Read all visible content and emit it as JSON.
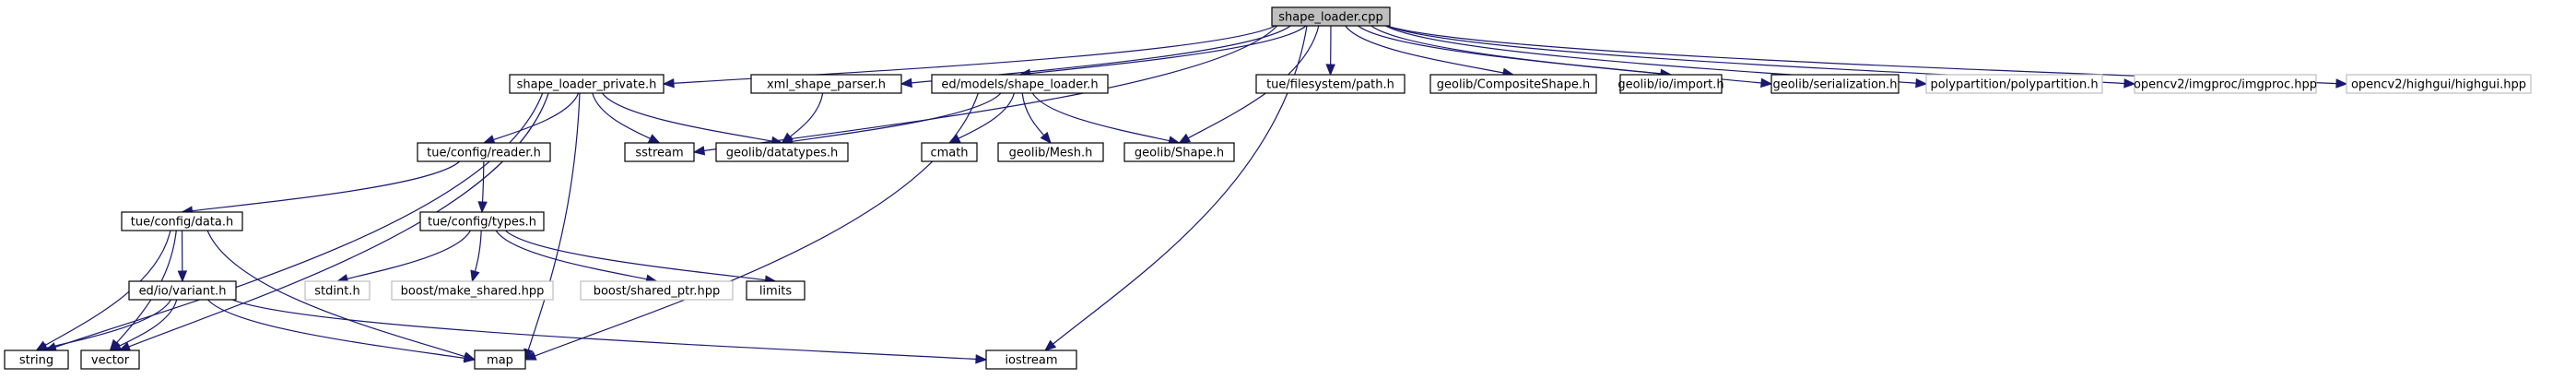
{
  "diagram": {
    "type": "include-dependency-graph",
    "colors": {
      "edge": "#191970",
      "root_fill": "#bfbfbf",
      "root_border": "#000000",
      "node_fill": "#ffffff",
      "node_border": "#000000",
      "external_border": "#bfbfbf"
    },
    "nodes": [
      {
        "id": "root",
        "label": "shape_loader.cpp",
        "kind": "root"
      },
      {
        "id": "slp",
        "label": "shape_loader_private.h",
        "kind": "documented"
      },
      {
        "id": "xsp",
        "label": "xml_shape_parser.h",
        "kind": "documented"
      },
      {
        "id": "edsl",
        "label": "ed/models/shape_loader.h",
        "kind": "documented"
      },
      {
        "id": "path",
        "label": "tue/filesystem/path.h",
        "kind": "documented"
      },
      {
        "id": "comp",
        "label": "geolib/CompositeShape.h",
        "kind": "documented"
      },
      {
        "id": "import",
        "label": "geolib/io/import.h",
        "kind": "documented"
      },
      {
        "id": "serial",
        "label": "geolib/serialization.h",
        "kind": "documented"
      },
      {
        "id": "poly",
        "label": "polypartition/polypartition.h",
        "kind": "external"
      },
      {
        "id": "imgproc",
        "label": "opencv2/imgproc/imgproc.hpp",
        "kind": "external"
      },
      {
        "id": "highgui",
        "label": "opencv2/highgui/highgui.hpp",
        "kind": "external"
      },
      {
        "id": "reader",
        "label": "tue/config/reader.h",
        "kind": "documented"
      },
      {
        "id": "sstream",
        "label": "sstream",
        "kind": "documented"
      },
      {
        "id": "datatypes",
        "label": "geolib/datatypes.h",
        "kind": "documented"
      },
      {
        "id": "cmath",
        "label": "cmath",
        "kind": "documented"
      },
      {
        "id": "mesh",
        "label": "geolib/Mesh.h",
        "kind": "documented"
      },
      {
        "id": "shape",
        "label": "geolib/Shape.h",
        "kind": "documented"
      },
      {
        "id": "data",
        "label": "tue/config/data.h",
        "kind": "documented"
      },
      {
        "id": "types",
        "label": "tue/config/types.h",
        "kind": "documented"
      },
      {
        "id": "variant",
        "label": "ed/io/variant.h",
        "kind": "documented"
      },
      {
        "id": "stdint",
        "label": "stdint.h",
        "kind": "external"
      },
      {
        "id": "mkshared",
        "label": "boost/make_shared.hpp",
        "kind": "external"
      },
      {
        "id": "shptr",
        "label": "boost/shared_ptr.hpp",
        "kind": "external"
      },
      {
        "id": "limits",
        "label": "limits",
        "kind": "documented"
      },
      {
        "id": "string",
        "label": "string",
        "kind": "documented"
      },
      {
        "id": "vector",
        "label": "vector",
        "kind": "documented"
      },
      {
        "id": "map",
        "label": "map",
        "kind": "documented"
      },
      {
        "id": "iostream",
        "label": "iostream",
        "kind": "documented"
      }
    ],
    "edges": [
      [
        "root",
        "slp"
      ],
      [
        "root",
        "sstream"
      ],
      [
        "root",
        "xsp"
      ],
      [
        "root",
        "edsl"
      ],
      [
        "root",
        "shape"
      ],
      [
        "root",
        "iostream"
      ],
      [
        "root",
        "path"
      ],
      [
        "root",
        "comp"
      ],
      [
        "root",
        "import"
      ],
      [
        "root",
        "serial"
      ],
      [
        "root",
        "poly"
      ],
      [
        "root",
        "imgproc"
      ],
      [
        "root",
        "highgui"
      ],
      [
        "slp",
        "string"
      ],
      [
        "slp",
        "vector"
      ],
      [
        "slp",
        "reader"
      ],
      [
        "slp",
        "sstream"
      ],
      [
        "slp",
        "datatypes"
      ],
      [
        "slp",
        "map"
      ],
      [
        "xsp",
        "datatypes"
      ],
      [
        "edsl",
        "datatypes"
      ],
      [
        "edsl",
        "map"
      ],
      [
        "edsl",
        "cmath"
      ],
      [
        "edsl",
        "mesh"
      ],
      [
        "edsl",
        "shape"
      ],
      [
        "reader",
        "data"
      ],
      [
        "reader",
        "types"
      ],
      [
        "data",
        "string"
      ],
      [
        "data",
        "vector"
      ],
      [
        "data",
        "variant"
      ],
      [
        "data",
        "map"
      ],
      [
        "types",
        "stdint"
      ],
      [
        "types",
        "mkshared"
      ],
      [
        "types",
        "shptr"
      ],
      [
        "types",
        "limits"
      ],
      [
        "variant",
        "string"
      ],
      [
        "variant",
        "vector"
      ],
      [
        "variant",
        "map"
      ],
      [
        "variant",
        "iostream"
      ]
    ]
  }
}
